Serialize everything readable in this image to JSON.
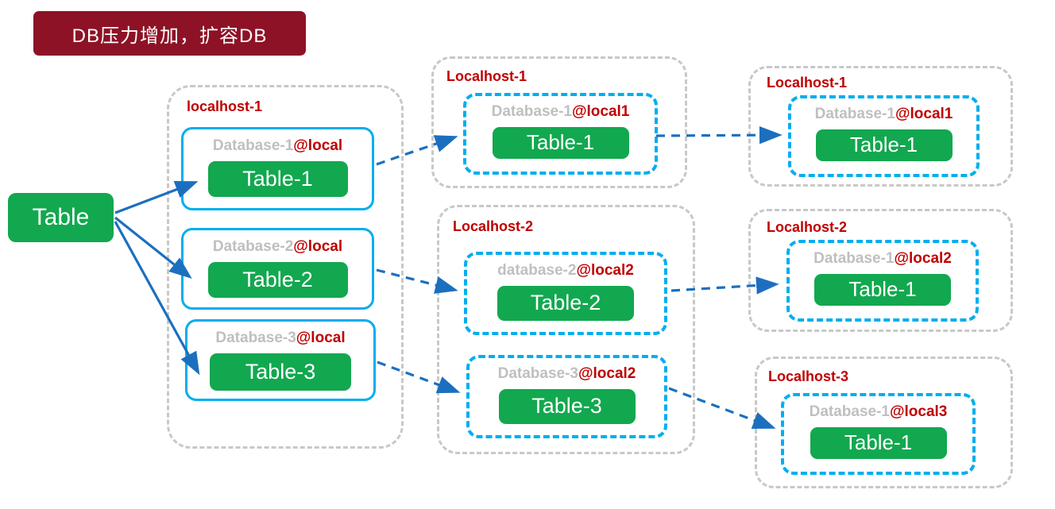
{
  "banner": {
    "label": "DB压力增加，扩容DB",
    "bg_color": "#8E1226",
    "text_color": "#ffffff"
  },
  "source": {
    "label": "Table"
  },
  "colors": {
    "accent_red": "#C00000",
    "green": "#12A84F",
    "cyan_border": "#00AEEF",
    "arrow_blue": "#1C6FBF",
    "gray_text": "#BFBFBF",
    "gray_border": "#C8C8C8"
  },
  "stage1": {
    "host": "localhost-1",
    "databases": [
      {
        "name": "Database-1",
        "suffix": "@local",
        "table": "Table-1"
      },
      {
        "name": "Database-2",
        "suffix": "@local",
        "table": "Table-2"
      },
      {
        "name": "Database-3",
        "suffix": "@local",
        "table": "Table-3"
      }
    ]
  },
  "stage2": {
    "hosts": [
      {
        "label": "Localhost-1",
        "databases": [
          {
            "name": "Database-1",
            "suffix": "@local1",
            "table": "Table-1"
          }
        ]
      },
      {
        "label": "Localhost-2",
        "databases": [
          {
            "name": "database-2",
            "suffix": "@local2",
            "table": "Table-2"
          },
          {
            "name": "Database-3",
            "suffix": "@local2",
            "table": "Table-3"
          }
        ]
      }
    ]
  },
  "stage3": {
    "hosts": [
      {
        "label": "Localhost-1",
        "databases": [
          {
            "name": "Database-1",
            "suffix": "@local1",
            "table": "Table-1"
          }
        ]
      },
      {
        "label": "Localhost-2",
        "databases": [
          {
            "name": "Database-1",
            "suffix": "@local2",
            "table": "Table-1"
          }
        ]
      },
      {
        "label": "Localhost-3",
        "databases": [
          {
            "name": "Database-1",
            "suffix": "@local3",
            "table": "Table-1"
          }
        ]
      }
    ]
  },
  "connections": [
    {
      "from": "Table",
      "to": "localhost-1 / Database-1@local / Table-1",
      "style": "solid"
    },
    {
      "from": "Table",
      "to": "localhost-1 / Database-2@local / Table-2",
      "style": "solid"
    },
    {
      "from": "Table",
      "to": "localhost-1 / Database-3@local / Table-3",
      "style": "solid"
    },
    {
      "from": "localhost-1 / Database-1@local",
      "to": "Localhost-1 / Database-1@local1",
      "style": "dashed"
    },
    {
      "from": "localhost-1 / Database-2@local",
      "to": "Localhost-2 / database-2@local2",
      "style": "dashed"
    },
    {
      "from": "localhost-1 / Database-3@local",
      "to": "Localhost-2 / Database-3@local2",
      "style": "dashed"
    },
    {
      "from": "Localhost-1 / Database-1@local1",
      "to": "Localhost-1 / Database-1@local1",
      "style": "dashed"
    },
    {
      "from": "Localhost-2 / database-2@local2",
      "to": "Localhost-2 / Database-1@local2",
      "style": "dashed"
    },
    {
      "from": "Localhost-2 / Database-3@local2",
      "to": "Localhost-3 / Database-1@local3",
      "style": "dashed"
    }
  ]
}
